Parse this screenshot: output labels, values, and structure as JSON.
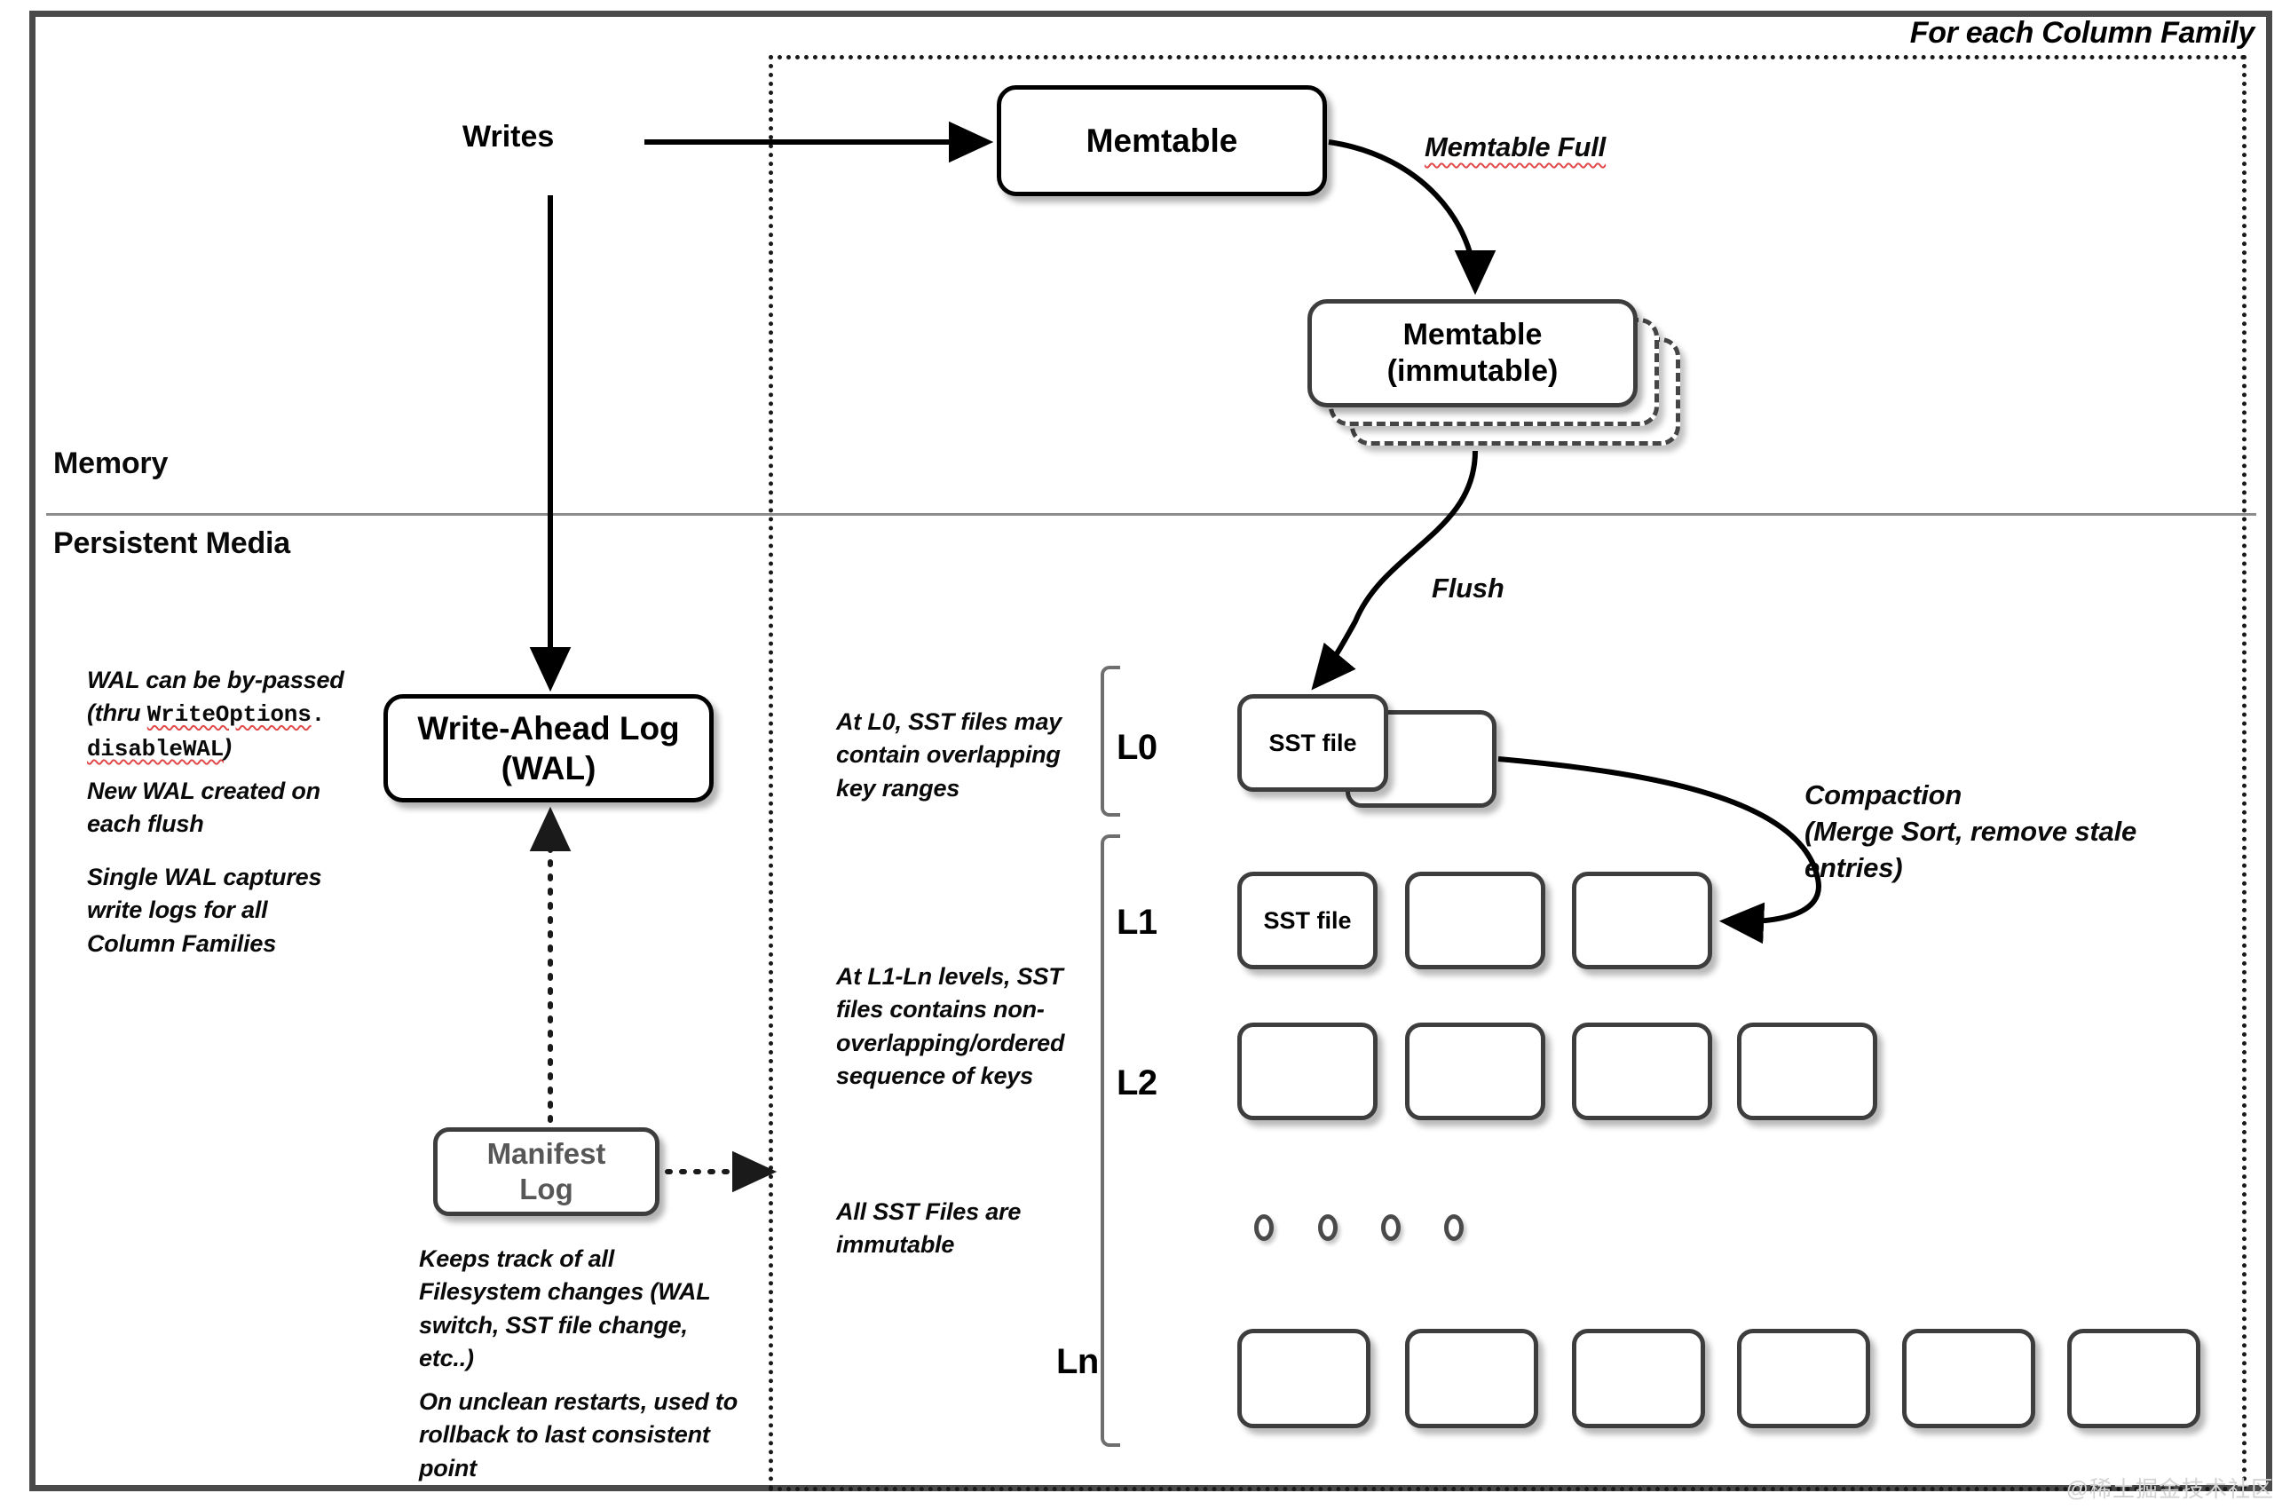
{
  "diagram": {
    "title_region_label": "For each Column Family",
    "layers": {
      "memory": "Memory",
      "persistent": "Persistent Media"
    },
    "entry_label": "Writes",
    "nodes": {
      "memtable": "Memtable",
      "memtable_immutable_line1": "Memtable",
      "memtable_immutable_line2": "(immutable)",
      "wal_line1": "Write-Ahead Log",
      "wal_line2": "(WAL)",
      "manifest_line1": "Manifest",
      "manifest_line2": "Log"
    },
    "flows": {
      "memtable_full": "Memtable Full",
      "flush": "Flush",
      "compaction_line1": "Compaction",
      "compaction_line2": "(Merge Sort, remove stale",
      "compaction_line3": "entries)"
    },
    "levels": [
      {
        "name": "L0"
      },
      {
        "name": "L1"
      },
      {
        "name": "L2"
      },
      {
        "name": "Ln"
      }
    ],
    "sst_label": "SST file",
    "notes": {
      "wal_bypass_pre": "WAL can be by-passed",
      "wal_bypass_thru": "(thru ",
      "wal_bypass_code1": "WriteOptions",
      "wal_bypass_dot": ".",
      "wal_bypass_code2": "disableWAL",
      "wal_bypass_close": ")",
      "wal_new": "New WAL created on each flush",
      "wal_single": "Single WAL captures write logs for all Column Families",
      "manifest_track": "Keeps track of all Filesystem changes (WAL switch, SST file change, etc..)",
      "manifest_rollback": "On unclean restarts, used to rollback to last consistent point",
      "l0_overlap": "At L0, SST files may contain overlapping key ranges",
      "l1ln_order": "At L1-Ln levels, SST files contains non-overlapping/ordered sequence of keys",
      "sst_immutable": "All SST Files are immutable"
    },
    "watermark": "@稀土掘金技术社区",
    "colors": {
      "frame": "#4a4a4a",
      "node_border": "#3d3d3d",
      "divider": "#8c8c8c",
      "spellcheck": "#e04a4a",
      "manifest_text": "#575757"
    }
  }
}
